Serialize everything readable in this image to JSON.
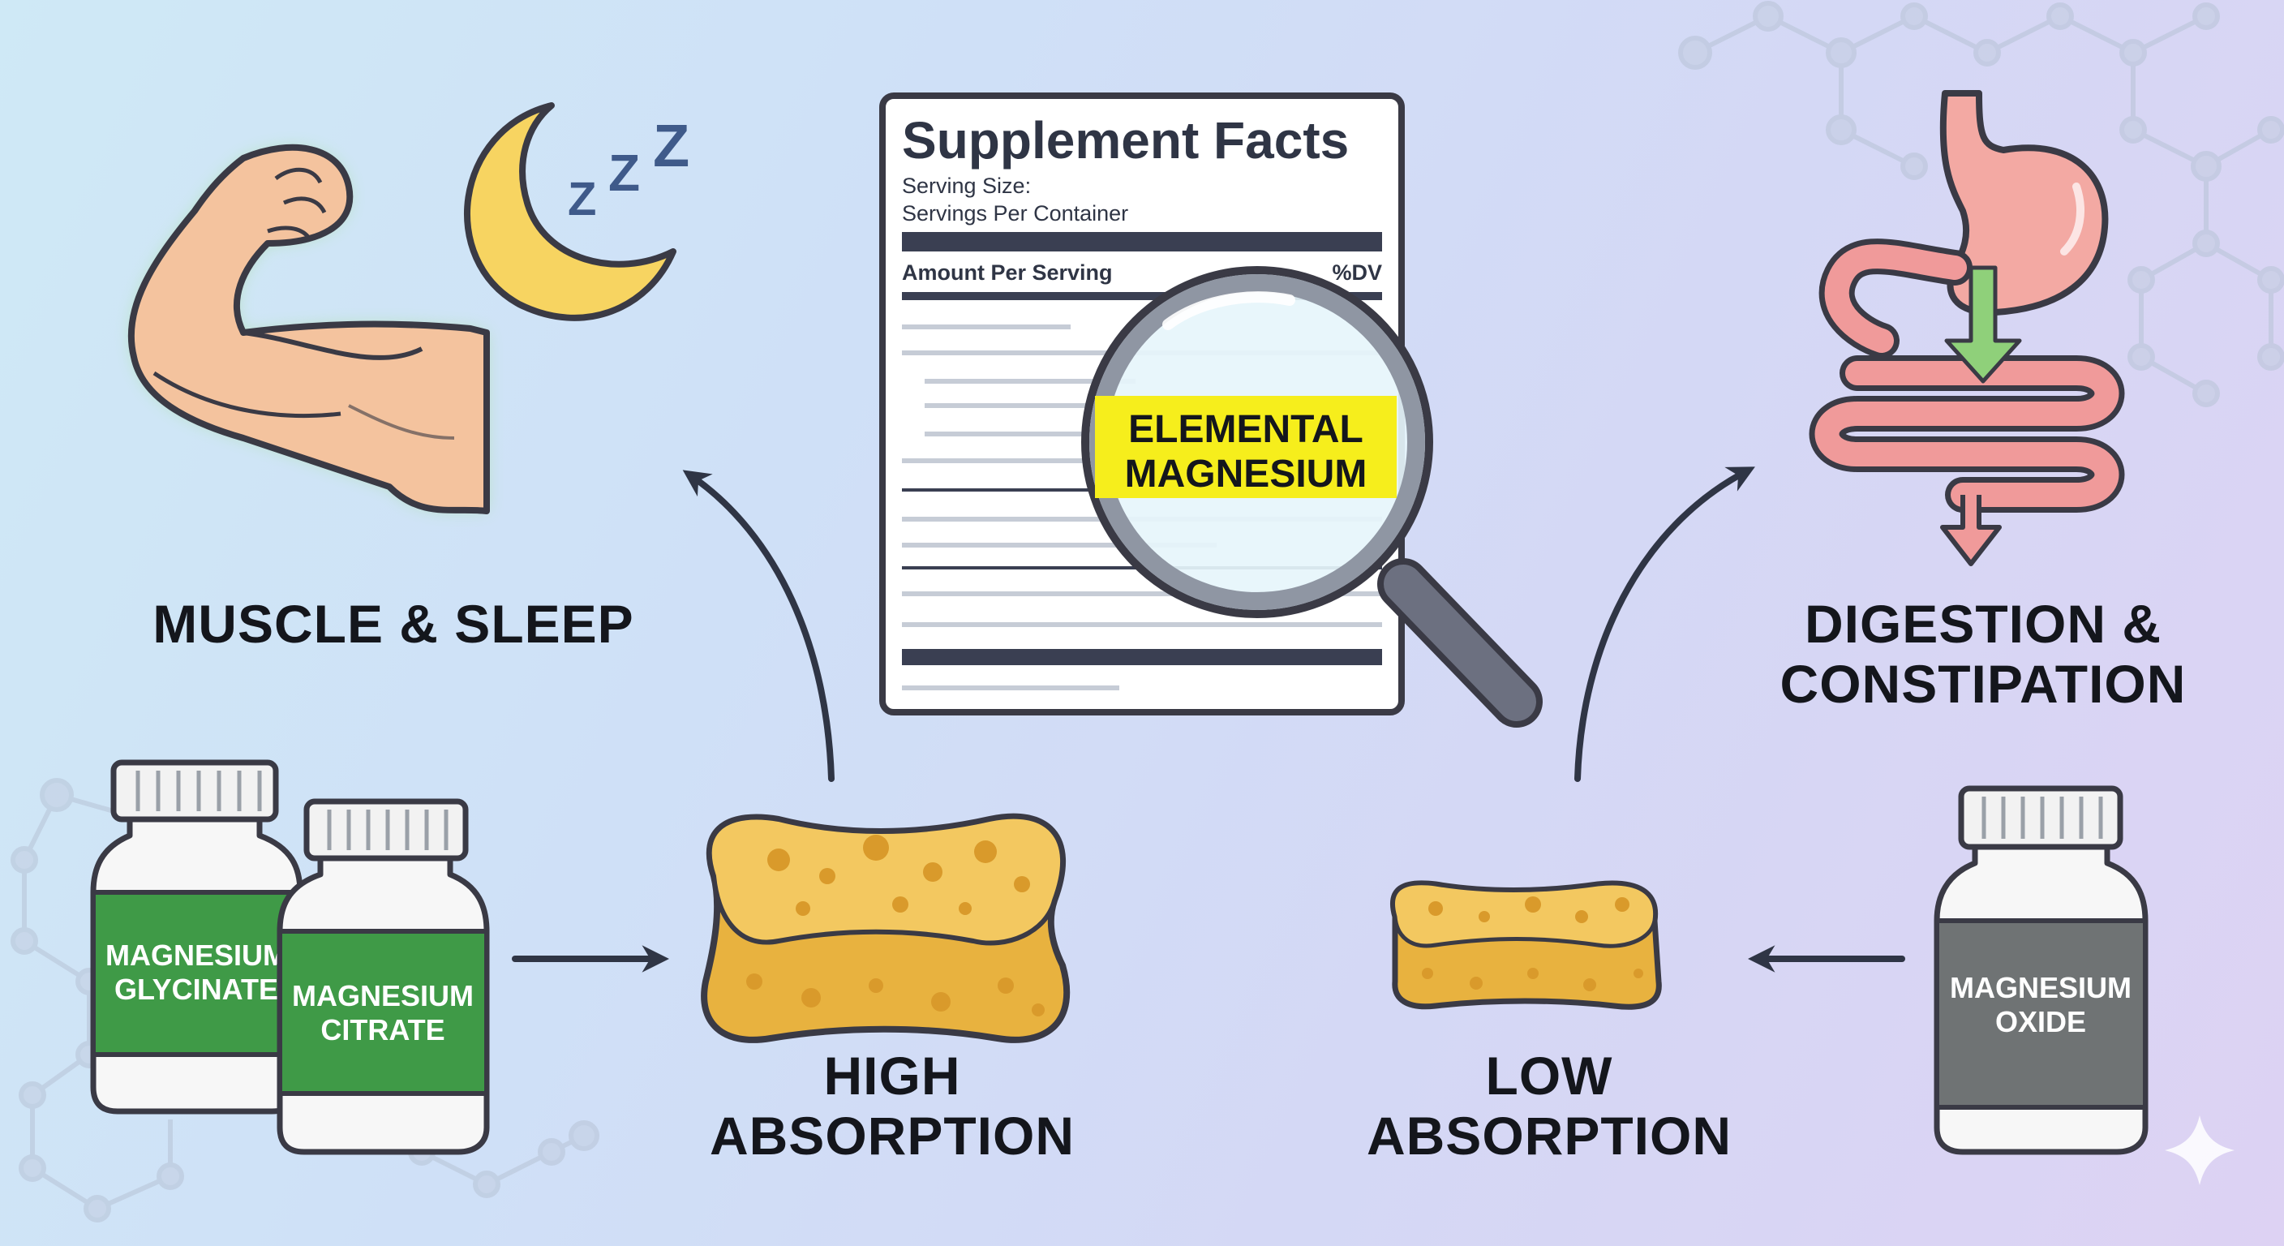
{
  "captions": {
    "muscle_sleep": "MUSCLE & SLEEP",
    "digestion_line1": "DIGESTION &",
    "digestion_line2": "CONSTIPATION",
    "high_line1": "HIGH",
    "high_line2": "ABSORPTION",
    "low_line1": "LOW",
    "low_line2": "ABSORPTION"
  },
  "supplement_label": {
    "title": "Supplement Facts",
    "serving_size": "Serving Size:",
    "servings_per_container": "Servings Per Container",
    "amount_per_serving": "Amount Per Serving",
    "dv": "%DV",
    "highlight_line1": "ELEMENTAL",
    "highlight_line2": "MAGNESIUM"
  },
  "bottles": {
    "glycinate_line1": "MAGNESIUM",
    "glycinate_line2": "GLYCINATE",
    "citrate_line1": "MAGNESIUM",
    "citrate_line2": "CITRATE",
    "oxide_line1": "MAGNESIUM",
    "oxide_line2": "OXIDE"
  },
  "sleep_letters": {
    "z1": "Z",
    "z2": "Z",
    "z3": "Z"
  },
  "icons": [
    "flexed-arm-icon",
    "moon-icon",
    "sleep-z-icon",
    "magnifier-icon",
    "sponge-icon",
    "stomach-intestine-icon",
    "sparkle-icon",
    "molecule-icon"
  ],
  "colors": {
    "green_label": "#3f9a47",
    "gray_label": "#6f7374",
    "sponge": "#f3c860",
    "highlight": "#f6ee1c",
    "gut": "#f09a9a",
    "arrow": "#2f3545"
  }
}
